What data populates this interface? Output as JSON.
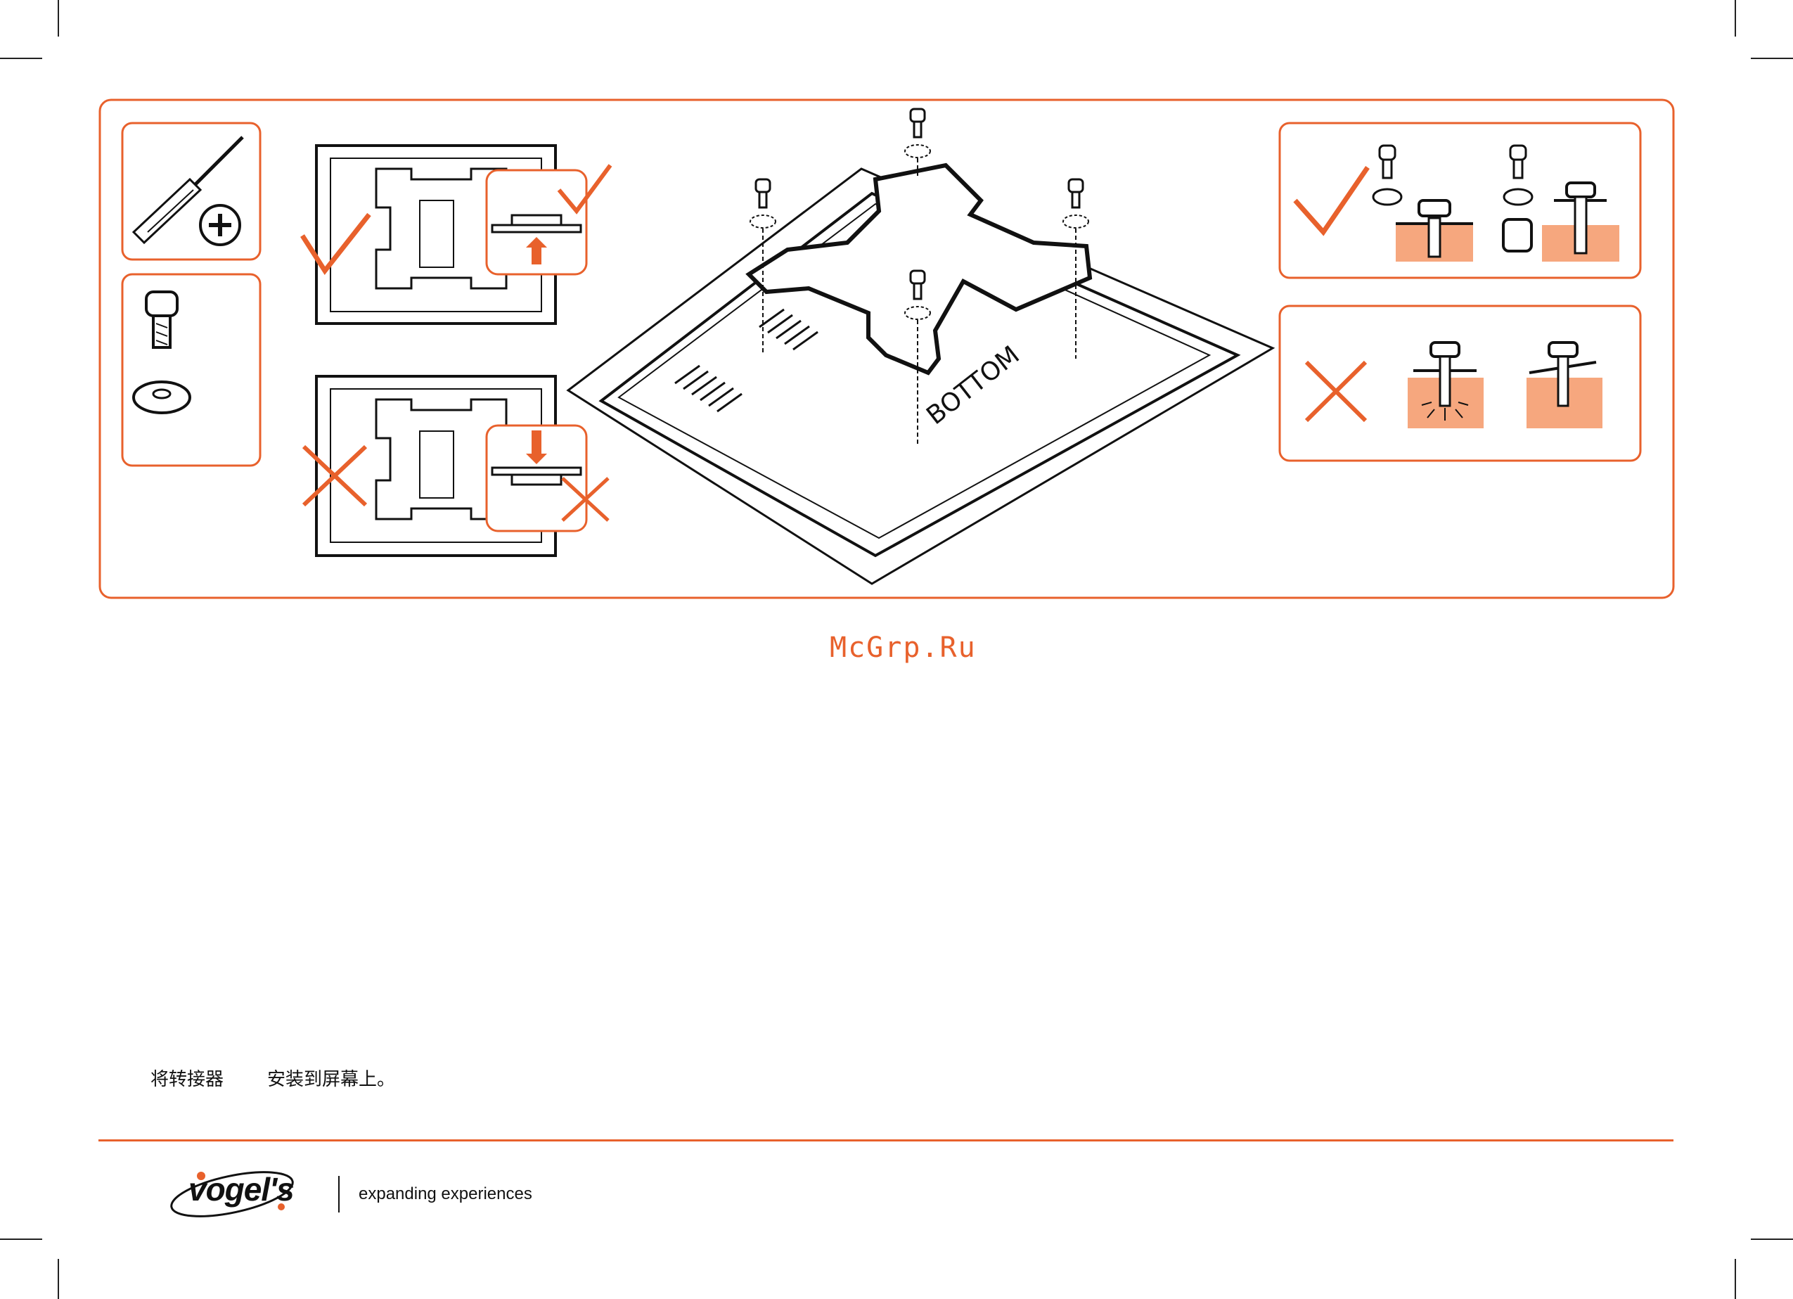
{
  "diagram": {
    "bottom_label": "BOTTOM",
    "accent_color": "#e8612c",
    "ok_mark_icon": "checkmark-icon",
    "wrong_mark_icon": "cross-icon"
  },
  "watermark": "McGrp.Ru",
  "caption": {
    "part1": "将转接器",
    "part2": "安装到屏幕上。"
  },
  "footer": {
    "brand": "vogel's",
    "tagline": "expanding experiences"
  }
}
